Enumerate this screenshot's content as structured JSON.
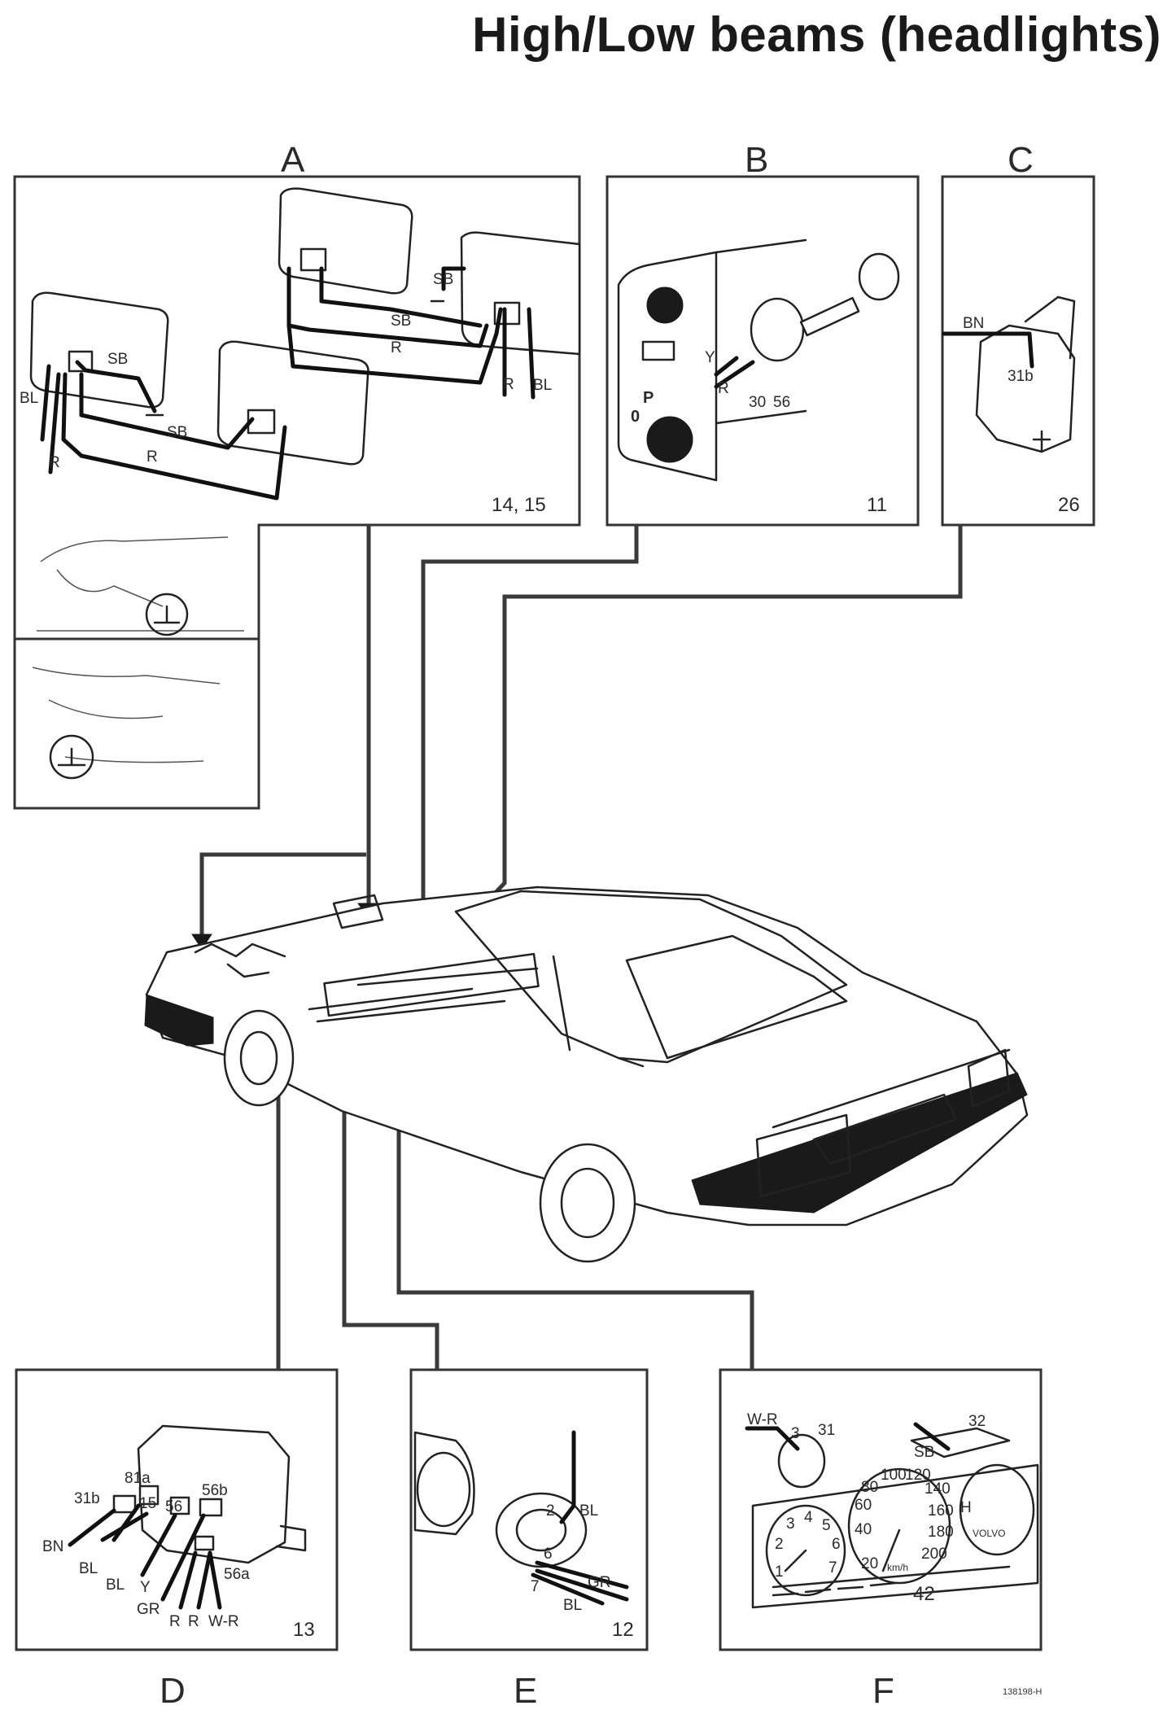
{
  "title": "High/Low beams (headlights)",
  "panels": {
    "A": {
      "letter": "A",
      "ref": "14, 15",
      "wires": [
        "SB",
        "SB",
        "SB",
        "SB",
        "R",
        "R",
        "R",
        "R",
        "BL",
        "BL"
      ]
    },
    "B": {
      "letter": "B",
      "ref": "11",
      "labels": [
        "Y",
        "R",
        "30",
        "56",
        "P",
        "0"
      ]
    },
    "C": {
      "letter": "C",
      "ref": "26",
      "labels": [
        "BN",
        "31b"
      ]
    },
    "D": {
      "letter": "D",
      "ref": "13",
      "labels": [
        "81a",
        "31b",
        "15",
        "56",
        "56b",
        "BN",
        "BL",
        "BL",
        "Y",
        "GR",
        "R",
        "R",
        "W-R",
        "56a"
      ]
    },
    "E": {
      "letter": "E",
      "ref": "12",
      "labels": [
        "BL",
        "2",
        "6",
        "7",
        "GR",
        "BL"
      ]
    },
    "F": {
      "letter": "F",
      "ref": "42",
      "labels": [
        "W-R",
        "3",
        "31",
        "SB",
        "32",
        "H",
        "VOLVO"
      ],
      "speedo": [
        "80",
        "100",
        "120",
        "140",
        "160",
        "180",
        "200",
        "60",
        "40",
        "20",
        "km/h"
      ],
      "gauge_small": [
        "1",
        "2",
        "3",
        "4",
        "5",
        "6",
        "7"
      ]
    }
  },
  "doc_number": "138198-H",
  "colors": {
    "ink": "#1a1a1a",
    "frame": "#333333",
    "paper": "#ffffff"
  }
}
